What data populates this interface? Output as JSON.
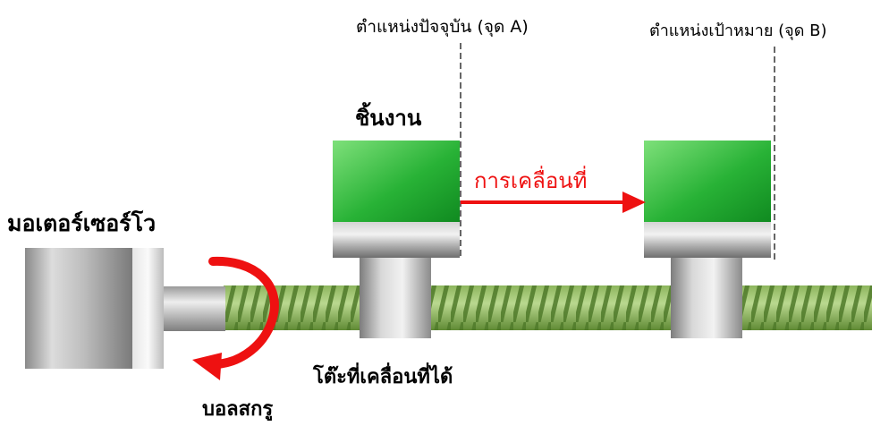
{
  "labels": {
    "current_position": "ตำแหน่งปัจจุบัน (จุด A)",
    "target_position": "ตำแหน่งเป้าหมาย (จุด B)",
    "workpiece": "ชิ้นงาน",
    "movement": "การเคลื่อนที่",
    "servo_motor": "มอเตอร์เซอร์โว",
    "movable_table": "โต๊ะที่เคลื่อนที่ได้",
    "ball_screw": "บอลสกรู"
  },
  "colors": {
    "movement_arrow": "#ee1111",
    "rotation_arrow": "#ee1111",
    "workpiece": "#22b133",
    "screw_thread": "#7aa34a",
    "metal": "#b5b5b5"
  }
}
